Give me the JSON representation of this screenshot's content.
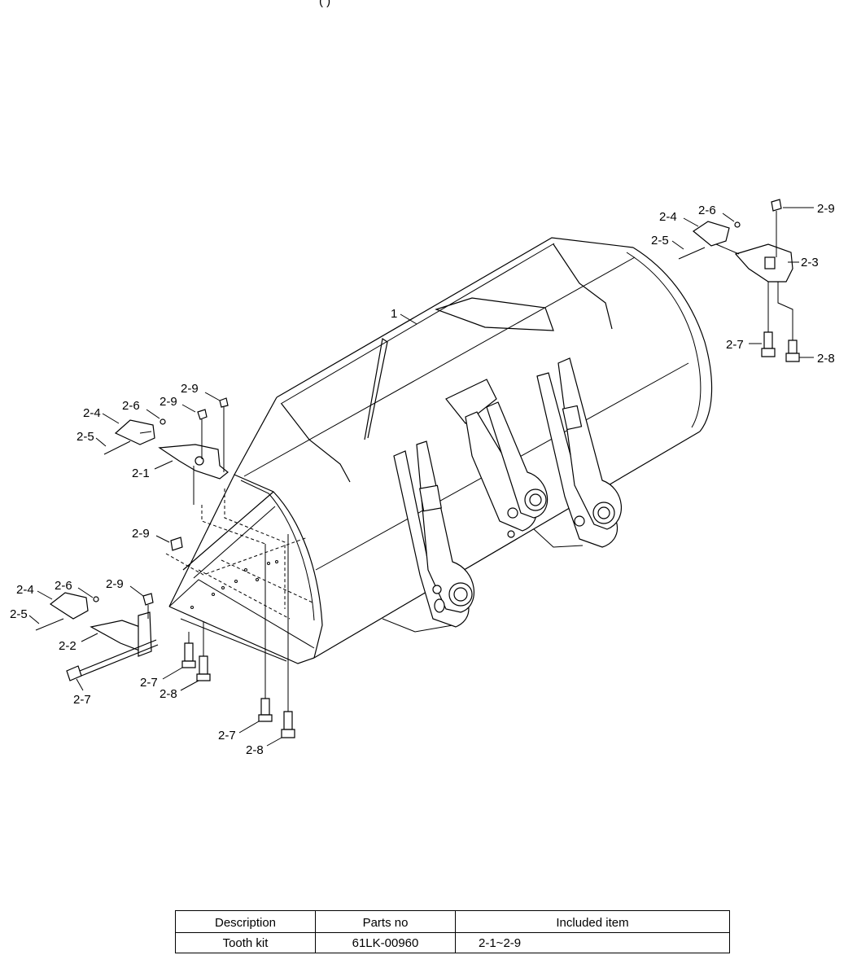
{
  "header_fragment": "(                                )",
  "callouts": {
    "c1": "1",
    "c2_1": "2-1",
    "c2_2": "2-2",
    "c2_3": "2-3",
    "c2_4": "2-4",
    "c2_5": "2-5",
    "c2_6": "2-6",
    "c2_7": "2-7",
    "c2_8": "2-8",
    "c2_9": "2-9"
  },
  "table": {
    "headers": [
      "Description",
      "Parts no",
      "Included item"
    ],
    "rows": [
      [
        "Tooth kit",
        "61LK-00960",
        "2-1~2-9"
      ]
    ]
  }
}
